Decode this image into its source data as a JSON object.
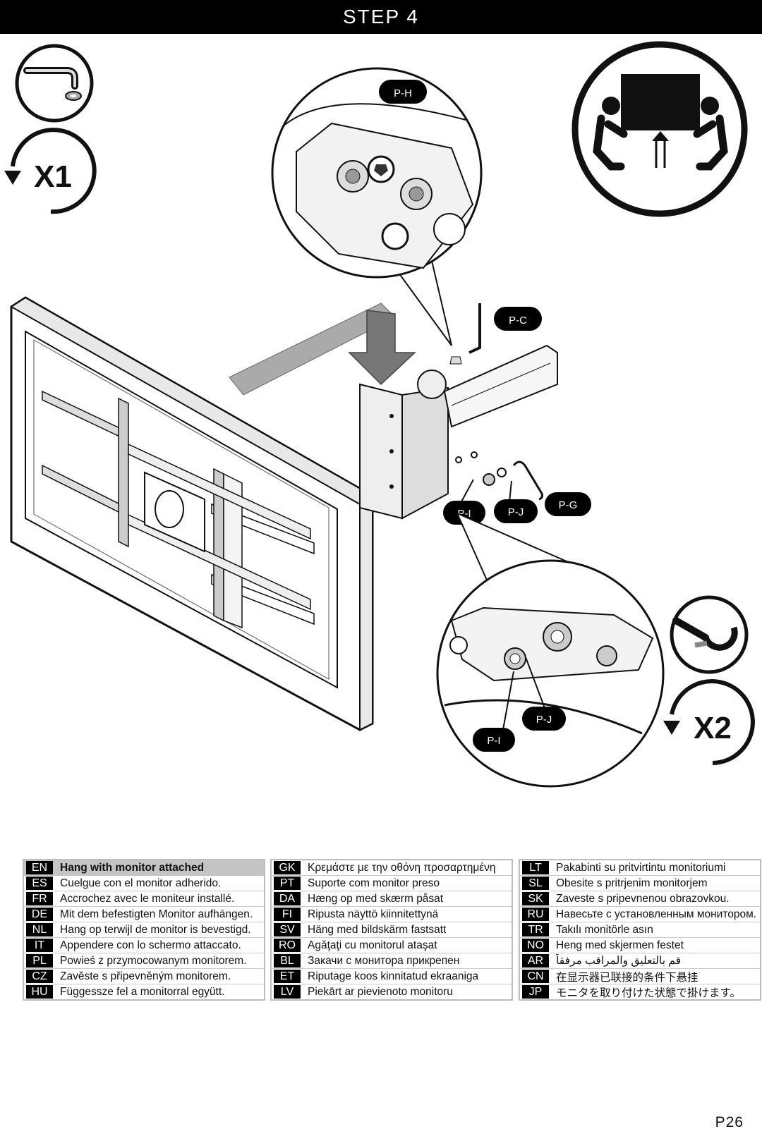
{
  "header": {
    "title": "STEP 4"
  },
  "tool_badge": {
    "count": "X1"
  },
  "wrench_badge": {
    "count": "X2"
  },
  "part_labels": {
    "ph": "P-H",
    "pc": "P-C",
    "pi_main": "P-I",
    "pj_main": "P-J",
    "pg": "P-G",
    "pj_detail": "P-J",
    "pi_detail": "P-I"
  },
  "columns": [
    {
      "rows": [
        {
          "code": "EN",
          "text": "Hang with monitor attached"
        },
        {
          "code": "ES",
          "text": "Cuelgue con el monitor adherido."
        },
        {
          "code": "FR",
          "text": "Accrochez avec le moniteur installé."
        },
        {
          "code": "DE",
          "text": "Mit dem befestigten Monitor aufhängen."
        },
        {
          "code": "NL",
          "text": "Hang op terwijl de monitor is bevestigd."
        },
        {
          "code": "IT",
          "text": "Appendere con lo schermo attaccato."
        },
        {
          "code": "PL",
          "text": "Powieś z przymocowanym monitorem."
        },
        {
          "code": "CZ",
          "text": "Zavěste s připevněným monitorem."
        },
        {
          "code": "HU",
          "text": "Függessze fel a monitorral együtt."
        }
      ]
    },
    {
      "rows": [
        {
          "code": "GK",
          "text": "Κρεμάστε με την οθόνη προσαρτημένη"
        },
        {
          "code": "PT",
          "text": "Suporte com monitor preso"
        },
        {
          "code": "DA",
          "text": "Hæng op med skærm påsat"
        },
        {
          "code": "FI",
          "text": "Ripusta näyttö kiinnitettynä"
        },
        {
          "code": "SV",
          "text": "Häng med bildskärm fastsatt"
        },
        {
          "code": "RO",
          "text": "Agăţaţi cu monitorul ataşat"
        },
        {
          "code": "BL",
          "text": "Закачи с монитора прикрепен"
        },
        {
          "code": "ET",
          "text": "Riputage koos kinnitatud ekraaniga"
        },
        {
          "code": "LV",
          "text": "Piekārt ar pievienoto monitoru"
        }
      ]
    },
    {
      "rows": [
        {
          "code": "LT",
          "text": "Pakabinti su pritvirtintu monitoriumi"
        },
        {
          "code": "SL",
          "text": "Obesite s pritrjenim monitorjem"
        },
        {
          "code": "SK",
          "text": "Zaveste s pripevnenou obrazovkou."
        },
        {
          "code": "RU",
          "text": "Навесьте с установленным монитором."
        },
        {
          "code": "TR",
          "text": "Takılı monitörle asın"
        },
        {
          "code": "NO",
          "text": "Heng med skjermen festet"
        },
        {
          "code": "AR",
          "text": "قم بالتعليق والمراقب مرفقاً"
        },
        {
          "code": "CN",
          "text": "在显示器已联接的条件下悬挂"
        },
        {
          "code": "JP",
          "text": "モニタを取り付けた状態で掛けます。"
        }
      ]
    }
  ],
  "page_number": "P26"
}
